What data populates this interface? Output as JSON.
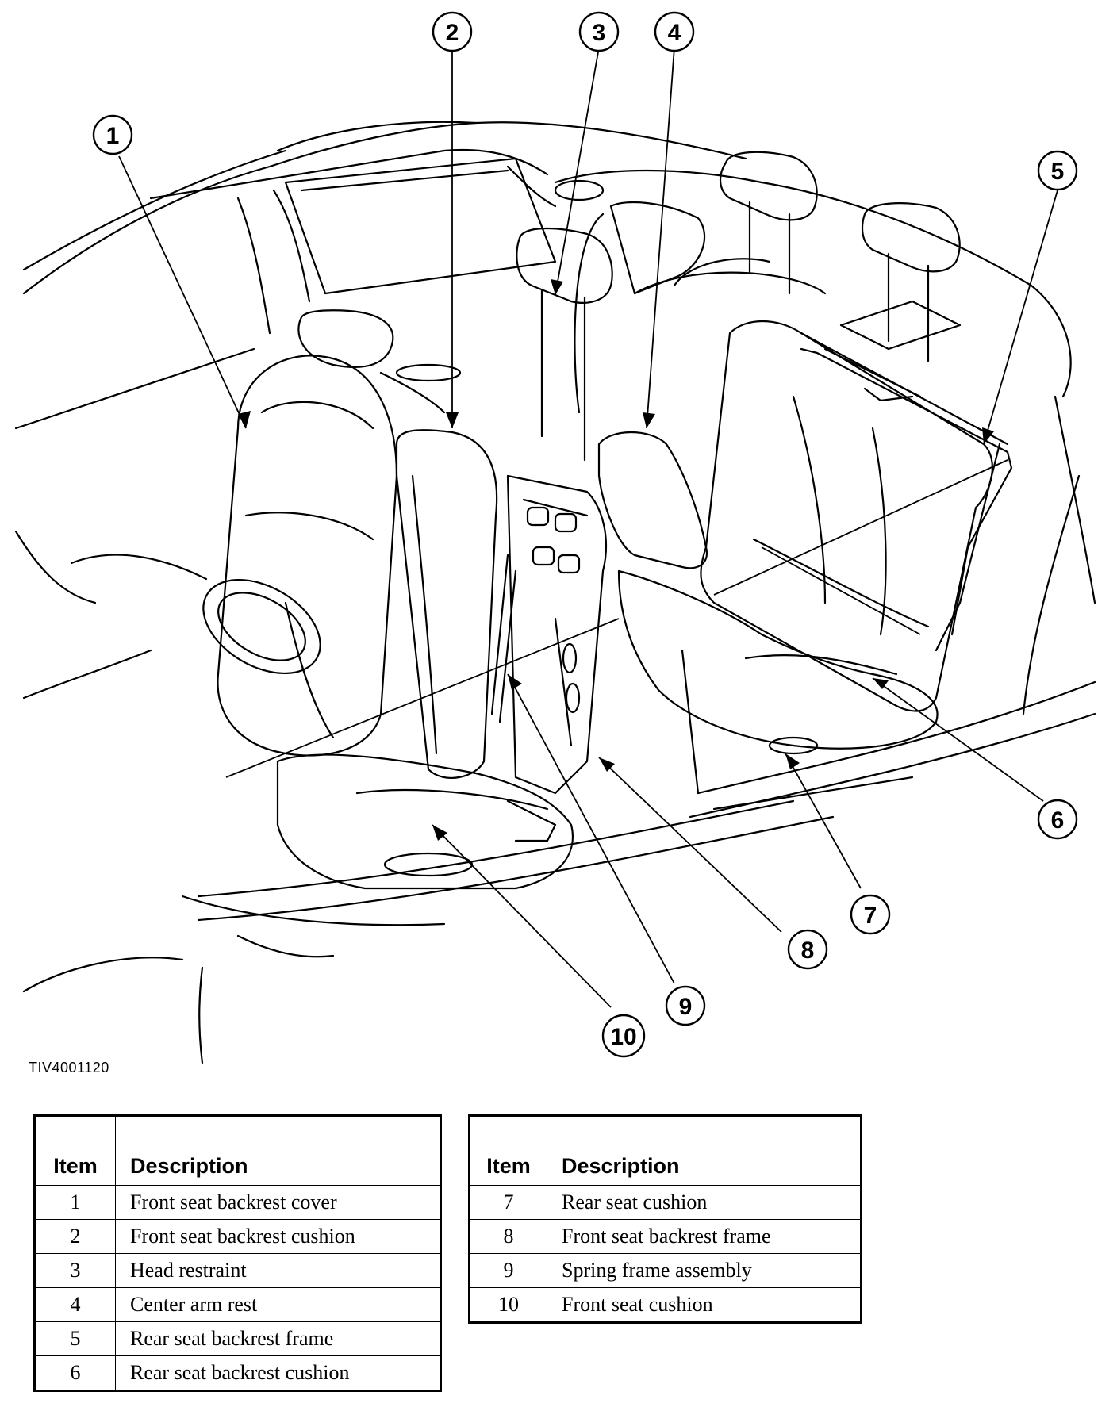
{
  "figure_id": "TIV4001120",
  "callouts": [
    "1",
    "2",
    "3",
    "4",
    "5",
    "6",
    "7",
    "8",
    "9",
    "10"
  ],
  "legend_header": {
    "item": "Item",
    "description": "Description"
  },
  "legend_left": [
    {
      "item": "1",
      "description": "Front seat backrest cover"
    },
    {
      "item": "2",
      "description": "Front seat backrest cushion"
    },
    {
      "item": "3",
      "description": "Head restraint"
    },
    {
      "item": "4",
      "description": "Center arm rest"
    },
    {
      "item": "5",
      "description": "Rear seat backrest frame"
    },
    {
      "item": "6",
      "description": "Rear seat backrest cushion"
    }
  ],
  "legend_right": [
    {
      "item": "7",
      "description": "Rear seat cushion"
    },
    {
      "item": "8",
      "description": "Front seat backrest frame"
    },
    {
      "item": "9",
      "description": "Spring frame assembly"
    },
    {
      "item": "10",
      "description": "Front seat cushion"
    }
  ]
}
